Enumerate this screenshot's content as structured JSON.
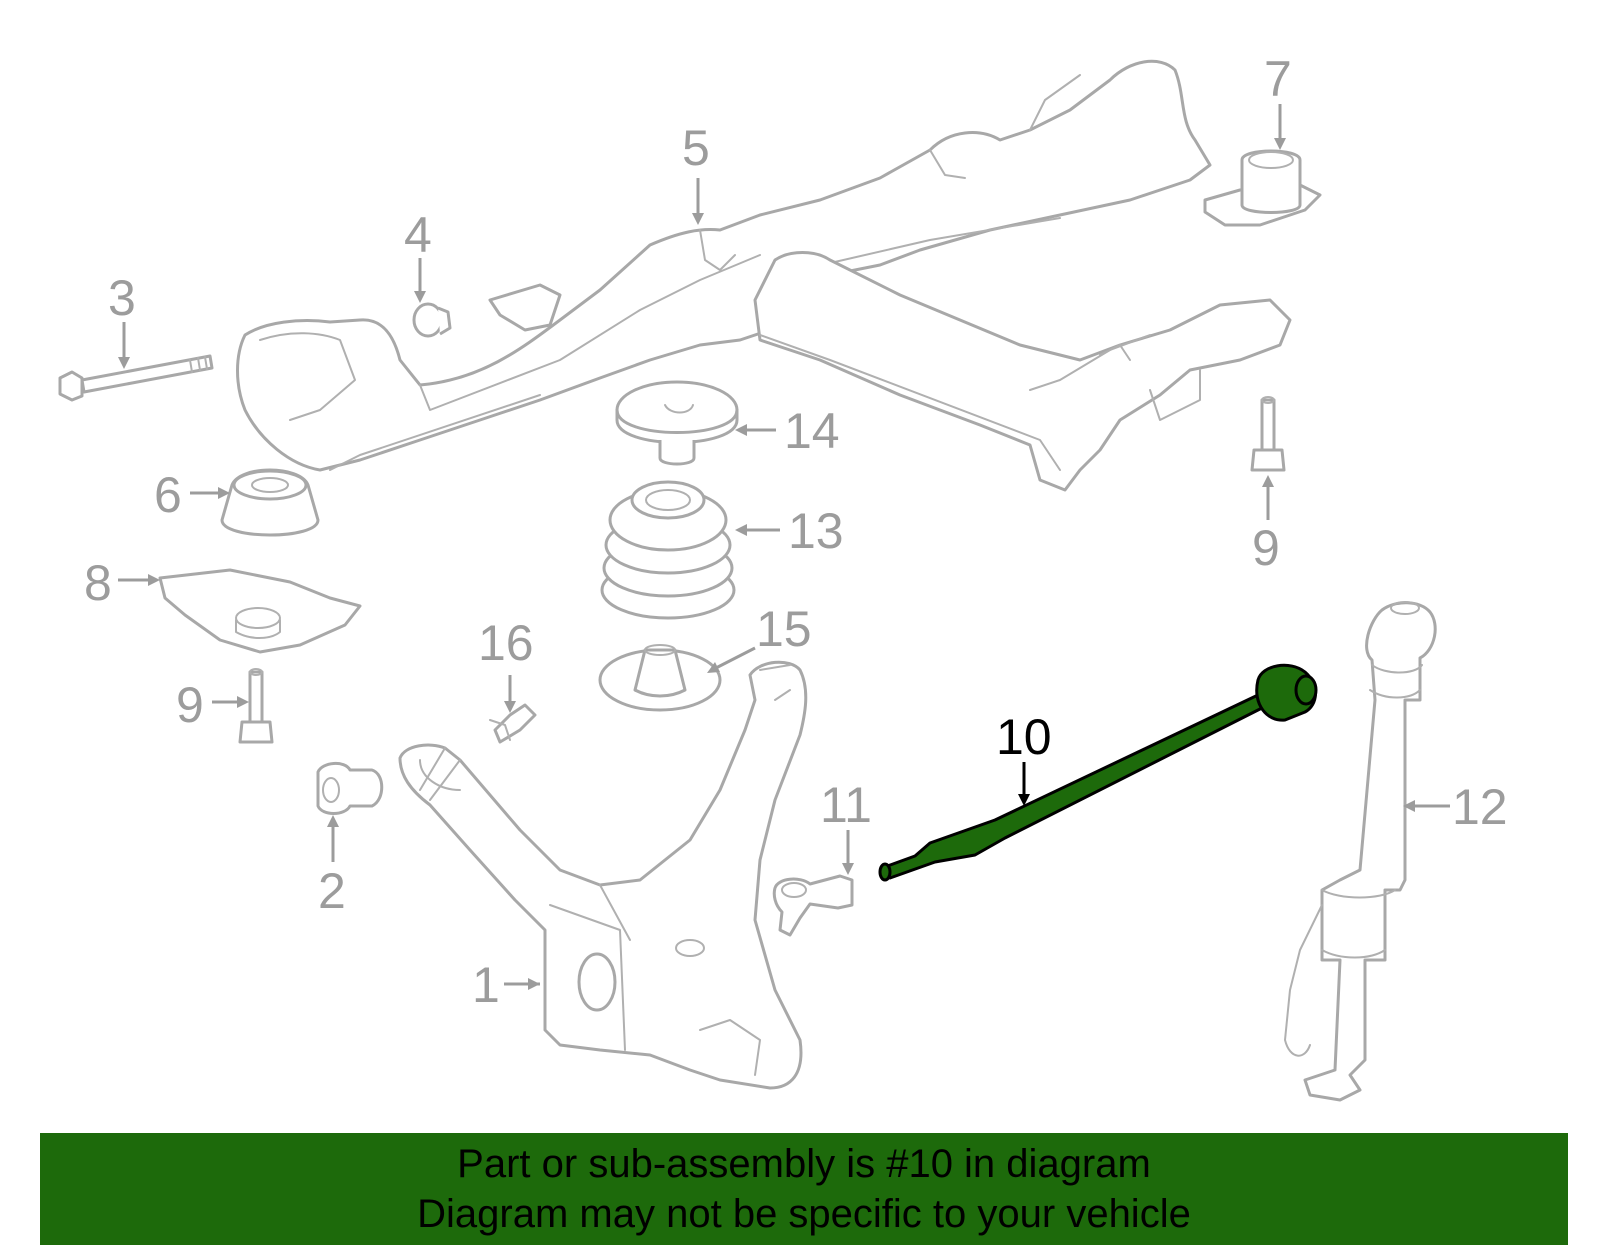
{
  "diagram": {
    "highlight_color": "#1d6a0b",
    "line_color": "#a8a8a8",
    "label_color": "#9c9c9c",
    "callouts": [
      {
        "id": "c1",
        "label": "1"
      },
      {
        "id": "c2",
        "label": "2"
      },
      {
        "id": "c3",
        "label": "3"
      },
      {
        "id": "c4",
        "label": "4"
      },
      {
        "id": "c5",
        "label": "5"
      },
      {
        "id": "c6",
        "label": "6"
      },
      {
        "id": "c7",
        "label": "7"
      },
      {
        "id": "c8",
        "label": "8"
      },
      {
        "id": "c9a",
        "label": "9"
      },
      {
        "id": "c9b",
        "label": "9"
      },
      {
        "id": "c10",
        "label": "10"
      },
      {
        "id": "c11",
        "label": "11"
      },
      {
        "id": "c12",
        "label": "12"
      },
      {
        "id": "c13",
        "label": "13"
      },
      {
        "id": "c14",
        "label": "14"
      },
      {
        "id": "c15",
        "label": "15"
      },
      {
        "id": "c16",
        "label": "16"
      }
    ],
    "highlighted_part": "10"
  },
  "footer": {
    "line1": "Part or sub-assembly is #10 in diagram",
    "line2": "Diagram may not be specific to your vehicle"
  }
}
